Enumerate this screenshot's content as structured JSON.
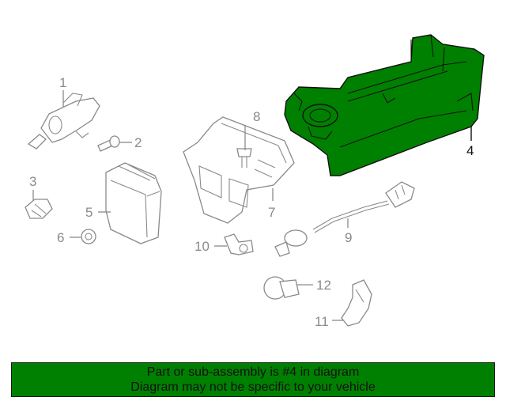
{
  "colors": {
    "highlight": "#008000",
    "banner": "#008000",
    "part_outline": "#8a8a8a",
    "text": "#111111"
  },
  "diagram": {
    "highlighted_part": "4",
    "callouts": [
      "1",
      "2",
      "3",
      "4",
      "5",
      "6",
      "7",
      "8",
      "9",
      "10",
      "11",
      "12"
    ]
  },
  "banner": {
    "line1": "Part or sub-assembly is #4 in diagram",
    "line2": "Diagram may not be specific to your vehicle"
  }
}
